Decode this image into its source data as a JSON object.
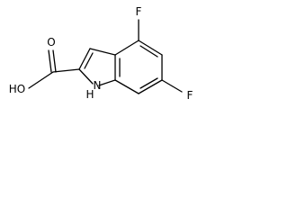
{
  "molecule": {
    "atoms": {
      "fluorine_top": "F",
      "fluorine_right": "F",
      "hydroxyl": "HO",
      "carbonyl_oxygen": "O",
      "amine_h": "H",
      "amine_n": "N"
    }
  }
}
